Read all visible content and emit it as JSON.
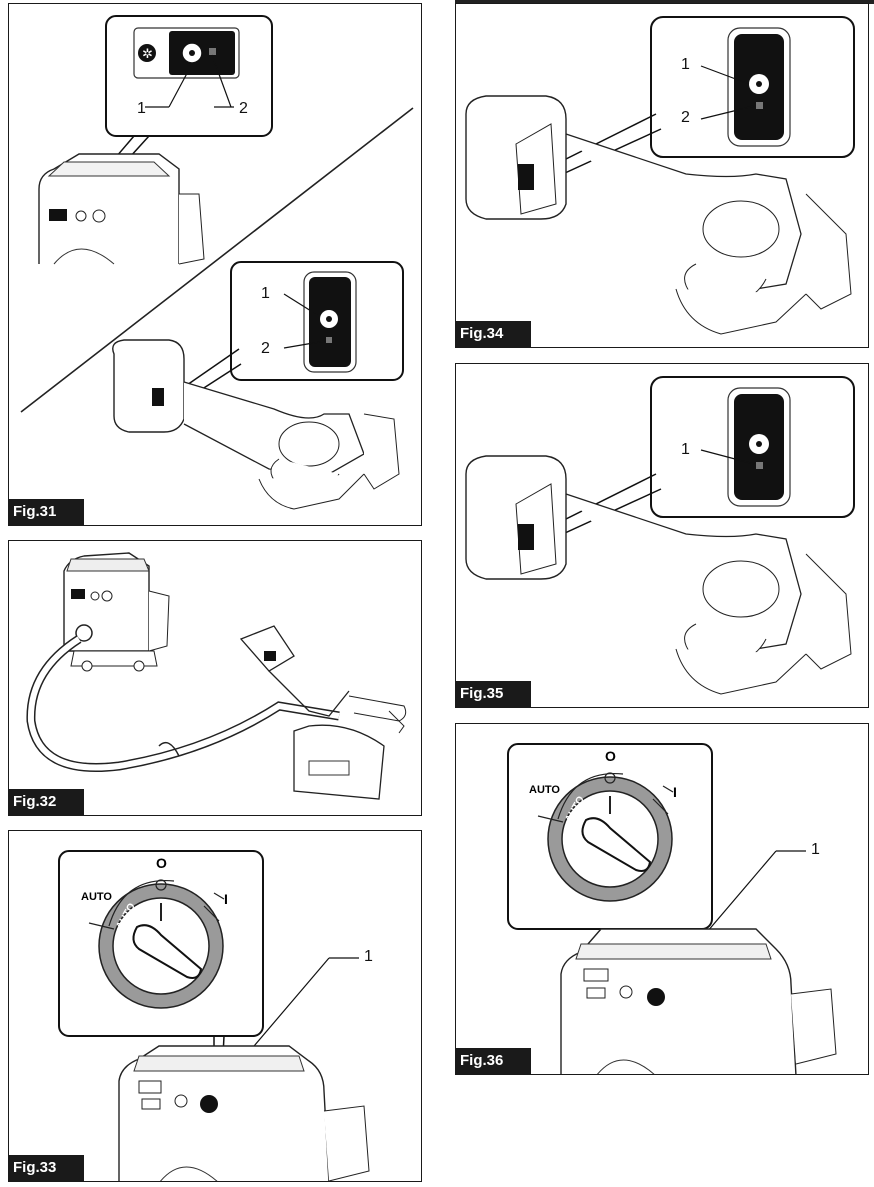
{
  "figures": {
    "fig31": {
      "label": "Fig.31",
      "callouts": [
        "1",
        "2",
        "1",
        "2"
      ]
    },
    "fig32": {
      "label": "Fig.32"
    },
    "fig33": {
      "label": "Fig.33",
      "callouts": [
        "1"
      ],
      "dial": {
        "auto": "AUTO",
        "off": "O",
        "on": "I",
        "inner_auto": "AUTO"
      }
    },
    "fig34": {
      "label": "Fig.34",
      "callouts": [
        "1",
        "2"
      ]
    },
    "fig35": {
      "label": "Fig.35",
      "callouts": [
        "1"
      ]
    },
    "fig36": {
      "label": "Fig.36",
      "callouts": [
        "1"
      ],
      "dial": {
        "auto": "AUTO",
        "off": "O",
        "on": "I",
        "inner_auto": "AUTO"
      }
    }
  }
}
